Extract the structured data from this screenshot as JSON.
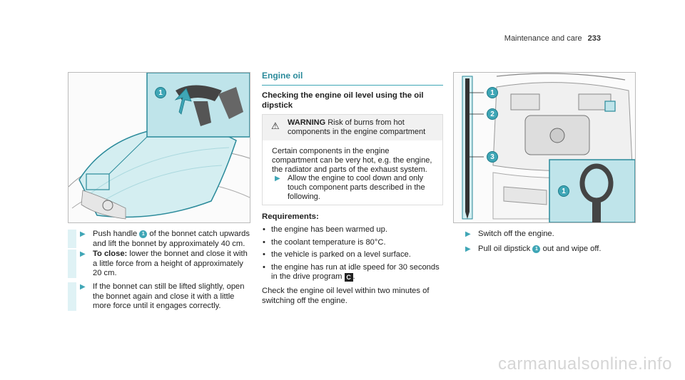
{
  "header": {
    "section": "Maintenance and care",
    "page": "233"
  },
  "left": {
    "figure": {
      "badge": "1"
    },
    "steps": [
      {
        "pre": "Push handle ",
        "badge": "1",
        "post": " of the bonnet catch upwards and lift the bonnet by approximately 40 cm."
      },
      {
        "bold": "To close:",
        "text": " lower the bonnet and close it with a little force from a height of approximately 20 cm."
      },
      {
        "text": "If the bonnet can still be lifted slightly, open the bonnet again and close it with a little more force until it engages correctly."
      }
    ]
  },
  "middle": {
    "section_title": "Engine oil",
    "subtitle": "Checking the engine oil level using the oil dipstick",
    "warning": {
      "label": "WARNING",
      "head_text": " Risk of burns from hot components in the engine compartment",
      "body": "Certain components in the engine compartment can be very hot, e.g. the engine, the radiator and parts of the exhaust system.",
      "step": "Allow the engine to cool down and only touch component parts described in the following."
    },
    "requirements_title": "Requirements:",
    "requirements": [
      "the engine has been warmed up.",
      "the coolant temperature is 80°C.",
      "the vehicle is parked on a level surface.",
      "the engine has run at idle speed for 30 seconds in the drive program "
    ],
    "program_symbol": "C",
    "check_text": "Check the engine oil level within two minutes of switching off the engine."
  },
  "right": {
    "figure": {
      "badges": [
        "1",
        "2",
        "3"
      ],
      "detail_badge": "1"
    },
    "steps": [
      {
        "text": "Switch off the engine."
      },
      {
        "pre": "Pull oil dipstick ",
        "badge": "1",
        "post": " out and wipe off."
      }
    ]
  },
  "watermark": "carmanualsonline.info",
  "colors": {
    "accent": "#3fa6b6",
    "tint": "#dff2f5",
    "warning_bg": "#f1f1f1"
  }
}
